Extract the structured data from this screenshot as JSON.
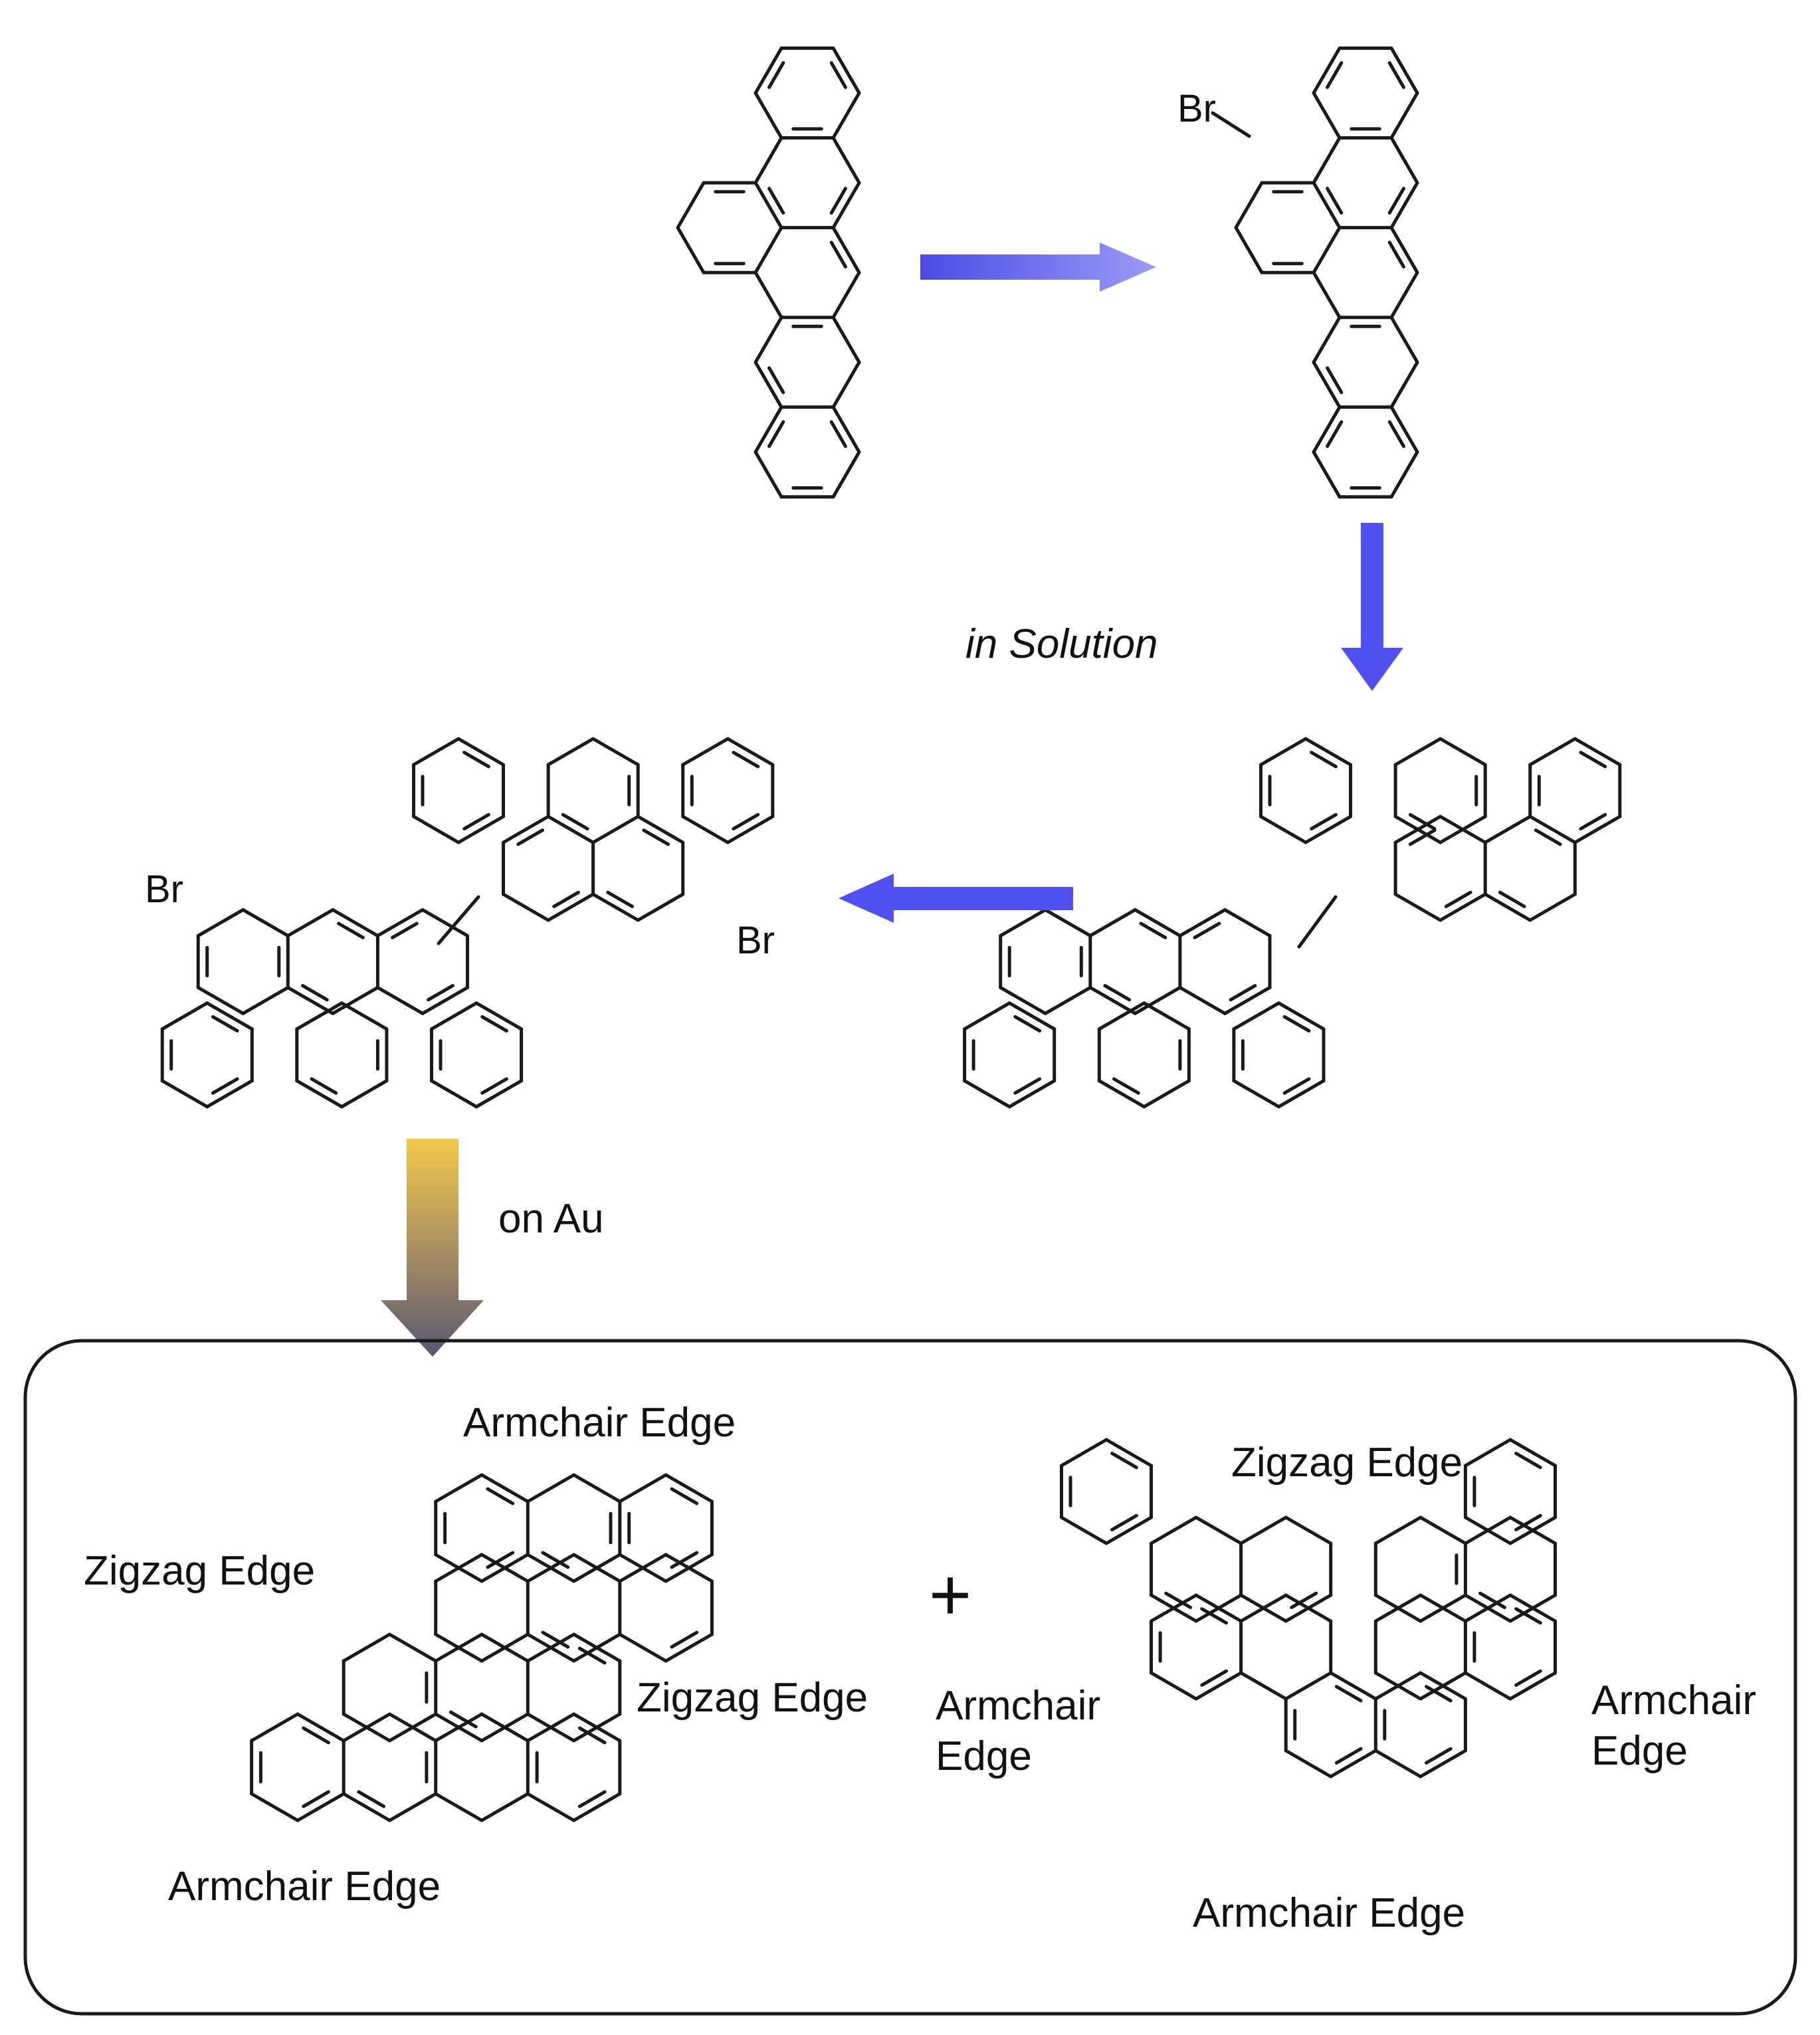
{
  "reagents": {
    "bromine": "Br"
  },
  "conditions": {
    "solution": "in Solution",
    "surface": "on Au"
  },
  "products": {
    "plus": "+",
    "left": {
      "top": "Armchair Edge",
      "upper_left": "Zigzag Edge",
      "right": "Zigzag Edge",
      "bottom": "Armchair Edge"
    },
    "right": {
      "top": "Zigzag Edge",
      "left_line1": "Armchair",
      "left_line2": "Edge",
      "right_line1": "Armchair",
      "right_line2": "Edge",
      "bottom": "Armchair Edge"
    }
  },
  "colors": {
    "arrow_blue": "#5050f0",
    "arrow_blue_light": "#8a8af5",
    "arrow_gold": "#f0c83c",
    "arrow_slate": "#5a5a78",
    "line": "#1a1a1a"
  }
}
